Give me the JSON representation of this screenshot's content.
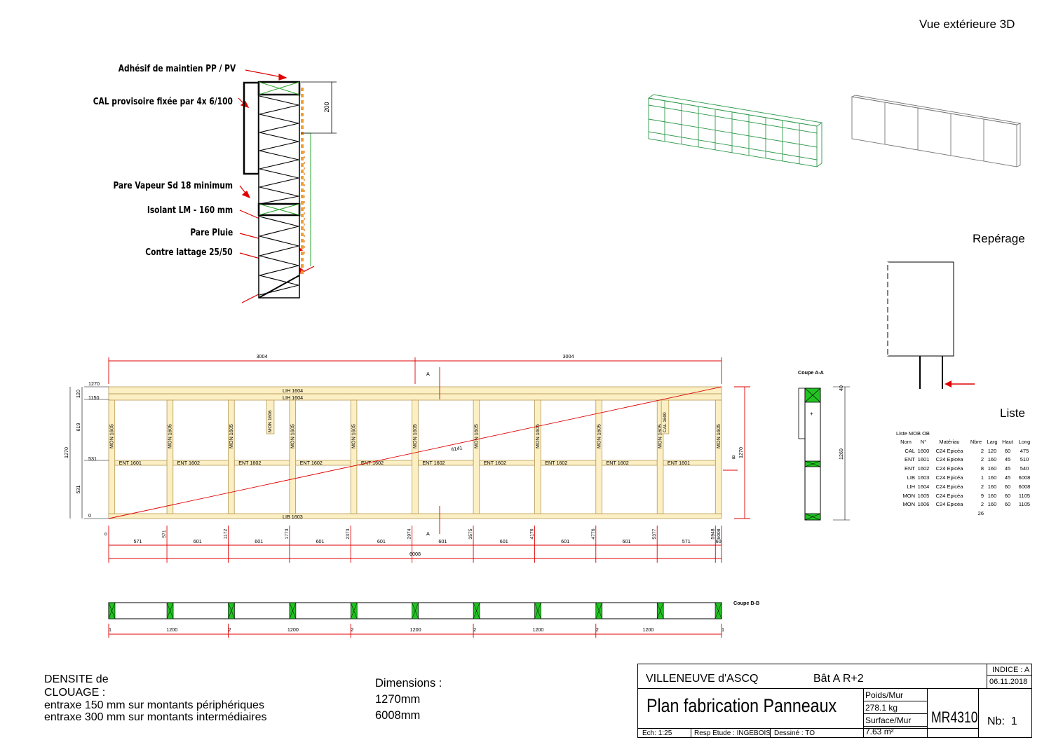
{
  "headings": {
    "view3d": "Vue extérieure 3D",
    "reperage": "Repérage",
    "liste": "Liste"
  },
  "callouts": [
    "Adhésif de maintien PP / PV",
    "CAL provisoire fixée par 4x 6/100",
    "Pare Vapeur Sd 18 minimum",
    "Isolant LM - 160 mm",
    "Pare Pluie",
    "Contre lattage 25/50"
  ],
  "detail_dim": "200",
  "elevation": {
    "top_dims": [
      "3004",
      "3004"
    ],
    "section_marker": "A",
    "left_levels": [
      "1270",
      "1150",
      "531",
      "0"
    ],
    "left_dims": [
      "120",
      "619",
      "531",
      "1270"
    ],
    "right_dim": "1270",
    "b_marker": "B",
    "top_members": [
      "LIH 1604",
      "LIH 1604"
    ],
    "bottom_member": "LIB 1603",
    "studs": [
      "MON 1605",
      "MON 1605",
      "MON 1605",
      "MON 1605",
      "MON 1605",
      "MON 1605",
      "MON 1605",
      "MON 1605",
      "MON 1605",
      "MON 1605",
      "MON 1605"
    ],
    "short_studs": [
      "MON 1606",
      "CAL 1600"
    ],
    "nogs": [
      "ENT 1601",
      "ENT 1602",
      "ENT 1602",
      "ENT 1602",
      "ENT 1602",
      "ENT 1602",
      "ENT 1602",
      "ENT 1602",
      "ENT 1602",
      "ENT 1601"
    ],
    "diagonal": "6141",
    "cumulative": [
      "0",
      "571",
      "1172",
      "1773",
      "2373",
      "2974",
      "3575",
      "4176",
      "4776",
      "5377",
      "5948",
      "6008"
    ],
    "spacings": [
      "571",
      "601",
      "601",
      "601",
      "601",
      "601",
      "601",
      "601",
      "601",
      "571",
      "60"
    ],
    "overall": "6008"
  },
  "section_aa": {
    "title": "Coupe A-A",
    "dims": [
      "40",
      "1269"
    ]
  },
  "section_bb": {
    "title": "Coupe B-B",
    "labels": [
      "1",
      "1200",
      "2",
      "1200",
      "2",
      "1200",
      "2",
      "1200",
      "2",
      "1200",
      "1"
    ]
  },
  "parts_list": {
    "title": "Liste MOB OB",
    "headers": [
      "Nom",
      "N°",
      "Matériau",
      "Nbre",
      "Larg",
      "Haut",
      "Long"
    ],
    "rows": [
      [
        "CAL",
        "1600",
        "C24 Epicéa",
        "2",
        "120",
        "60",
        "475"
      ],
      [
        "ENT",
        "1601",
        "C24 Epicéa",
        "2",
        "160",
        "45",
        "510"
      ],
      [
        "ENT",
        "1602",
        "C24 Epicéa",
        "8",
        "160",
        "45",
        "540"
      ],
      [
        "LIB",
        "1603",
        "C24 Epicéa",
        "1",
        "160",
        "45",
        "6008"
      ],
      [
        "LIH",
        "1604",
        "C24 Epicéa",
        "2",
        "160",
        "60",
        "6008"
      ],
      [
        "MON",
        "1605",
        "C24 Epicéa",
        "9",
        "160",
        "60",
        "1105"
      ],
      [
        "MON",
        "1606",
        "C24 Epicéa",
        "2",
        "160",
        "60",
        "1105"
      ]
    ],
    "total": "26"
  },
  "notes": {
    "density_lines": [
      "DENSITE de",
      "CLOUAGE :",
      "entraxe 150 mm sur montants périphériques",
      "entraxe 300 mm sur montants intermédiaires"
    ],
    "dims_lines": [
      "Dimensions :",
      "1270mm",
      "6008mm"
    ]
  },
  "title_block": {
    "project": "VILLENEUVE d'ASCQ",
    "building": "Bât A R+2",
    "indice": "INDICE : A",
    "date": "06.11.2018",
    "title": "Plan fabrication Panneaux",
    "poids_label": "Poids/Mur",
    "poids_value": "278.1 kg",
    "surface_label": "Surface/Mur",
    "surface_value": "7.63 m²",
    "ref": "MR4310",
    "nb": "Nb:  1",
    "scale": "Ech:  1:25",
    "resp": "Resp Etude : INGEBOIS",
    "drawn": "Dessiné : TO"
  },
  "colors": {
    "timber": "#fcefc4",
    "timber_stroke": "#b59a55",
    "dimension": "#e00000",
    "green_fill": "#22c322",
    "model_green": "#2d9a4a",
    "orange": "#f0a030"
  }
}
